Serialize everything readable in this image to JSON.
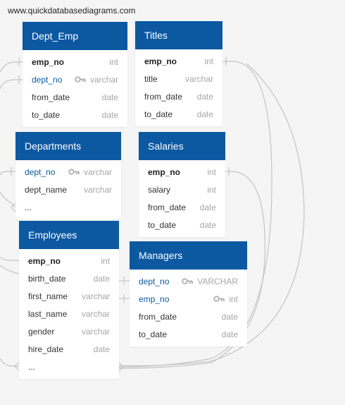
{
  "watermark": "www.quickdatabasediagrams.com",
  "colors": {
    "header": "#0c59a1",
    "fk_text": "#0c59a1",
    "type_text": "#a6a6a6",
    "connector": "#c4c4c4",
    "background": "#f4f5f4"
  },
  "tables": {
    "dept_emp": {
      "title": "Dept_Emp",
      "fields": [
        {
          "name": "emp_no",
          "type": "int",
          "style": "pk",
          "key_icon": false
        },
        {
          "name": "dept_no",
          "type": "varchar",
          "style": "fk",
          "key_icon": true
        },
        {
          "name": "from_date",
          "type": "date",
          "style": "plain",
          "key_icon": false
        },
        {
          "name": "to_date",
          "type": "date",
          "style": "plain",
          "key_icon": false
        }
      ]
    },
    "titles": {
      "title": "Titles",
      "fields": [
        {
          "name": "emp_no",
          "type": "int",
          "style": "pk",
          "key_icon": false
        },
        {
          "name": "title",
          "type": "varchar",
          "style": "plain",
          "key_icon": false
        },
        {
          "name": "from_date",
          "type": "date",
          "style": "plain",
          "key_icon": false
        },
        {
          "name": "to_date",
          "type": "date",
          "style": "plain",
          "key_icon": false
        }
      ]
    },
    "departments": {
      "title": "Departments",
      "fields": [
        {
          "name": "dept_no",
          "type": "varchar",
          "style": "fk",
          "key_icon": true
        },
        {
          "name": "dept_name",
          "type": "varchar",
          "style": "plain",
          "key_icon": false
        },
        {
          "name": "...",
          "type": "",
          "style": "plain",
          "key_icon": false
        }
      ]
    },
    "salaries": {
      "title": "Salaries",
      "fields": [
        {
          "name": "emp_no",
          "type": "int",
          "style": "pk",
          "key_icon": false
        },
        {
          "name": "salary",
          "type": "int",
          "style": "plain",
          "key_icon": false
        },
        {
          "name": "from_date",
          "type": "date",
          "style": "plain",
          "key_icon": false
        },
        {
          "name": "to_date",
          "type": "date",
          "style": "plain",
          "key_icon": false
        }
      ]
    },
    "employees": {
      "title": "Employees",
      "fields": [
        {
          "name": "emp_no",
          "type": "int",
          "style": "pk",
          "key_icon": false
        },
        {
          "name": "birth_date",
          "type": "date",
          "style": "plain",
          "key_icon": false
        },
        {
          "name": "first_name",
          "type": "varchar",
          "style": "plain",
          "key_icon": false
        },
        {
          "name": "last_name",
          "type": "varchar",
          "style": "plain",
          "key_icon": false
        },
        {
          "name": "gender",
          "type": "varchar",
          "style": "plain",
          "key_icon": false
        },
        {
          "name": "hire_date",
          "type": "date",
          "style": "plain",
          "key_icon": false
        },
        {
          "name": "...",
          "type": "",
          "style": "plain",
          "key_icon": false
        }
      ]
    },
    "managers": {
      "title": "Managers",
      "fields": [
        {
          "name": "dept_no",
          "type": "VARCHAR",
          "style": "fk",
          "key_icon": true
        },
        {
          "name": "emp_no",
          "type": "int",
          "style": "fk",
          "key_icon": true
        },
        {
          "name": "from_date",
          "type": "date",
          "style": "plain",
          "key_icon": false
        },
        {
          "name": "to_date",
          "type": "date",
          "style": "plain",
          "key_icon": false
        }
      ]
    }
  }
}
